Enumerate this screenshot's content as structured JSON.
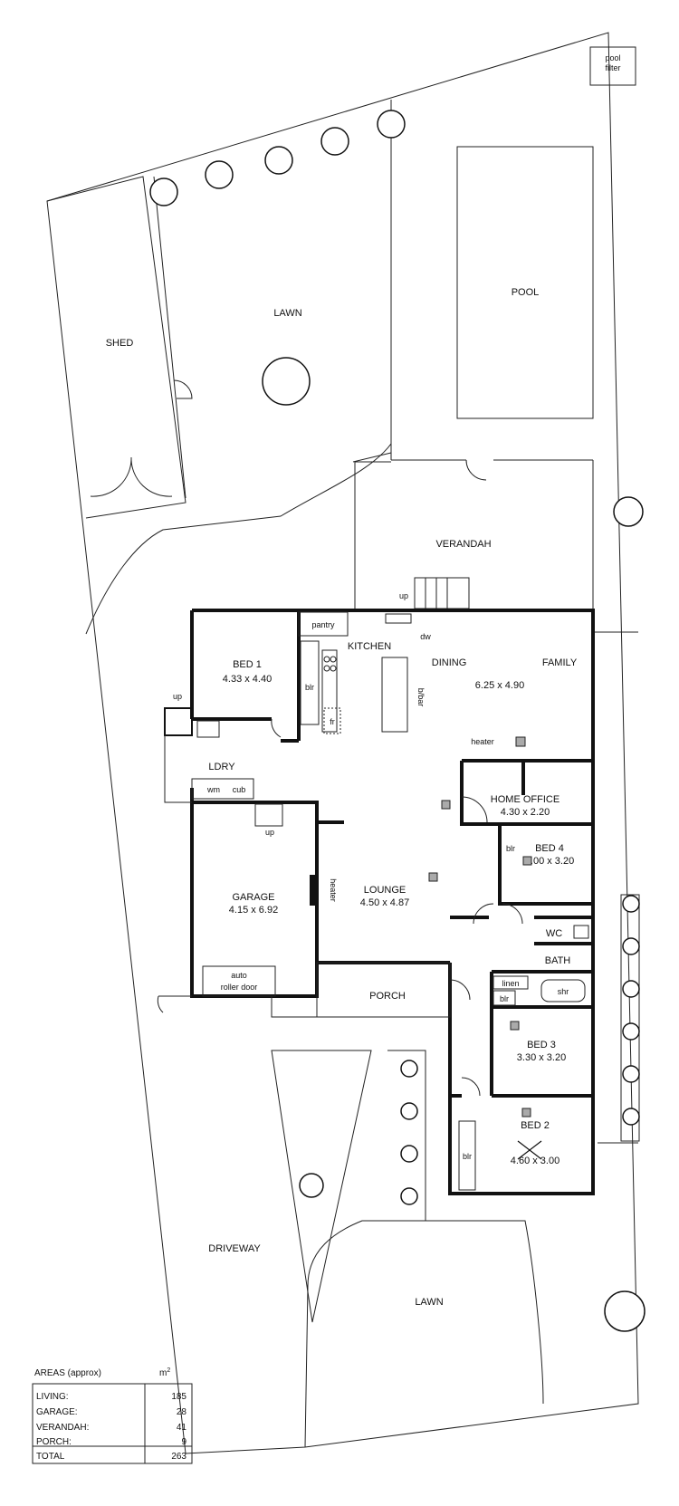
{
  "site": {
    "pool_filter": "pool\nfilter",
    "pool": "POOL",
    "shed": "SHED",
    "lawn_back": "LAWN",
    "lawn_front": "LAWN",
    "verandah": "VERANDAH",
    "driveway": "DRIVEWAY",
    "porch": "PORCH"
  },
  "rooms": {
    "bed1_name": "BED 1",
    "bed1_size": "4.33 x 4.40",
    "kitchen": "KITCHEN",
    "pantry": "pantry",
    "dining": "DINING",
    "family": "FAMILY",
    "family_size": "6.25 x 4.90",
    "bbar": "b/bar",
    "heater_top": "heater",
    "home_office_name": "HOME OFFICE",
    "home_office_size": "4.30 x 2.20",
    "ldry": "LDRY",
    "wm": "wm",
    "cub": "cub",
    "garage_name": "GARAGE",
    "garage_size": "4.15 x 6.92",
    "auto_door": "auto\nroller door",
    "heater_side": "heater",
    "lounge_name": "LOUNGE",
    "lounge_size": "4.50 x 4.87",
    "bed4_name": "BED 4",
    "bed4_size": "3.00 x 3.20",
    "wc": "WC",
    "bath": "BATH",
    "linen": "linen",
    "shr": "shr",
    "bed3_name": "BED 3",
    "bed3_size": "3.30 x 3.20",
    "bed2_name": "BED 2",
    "bed2_size": "4.60 x 3.00",
    "blr": "blr",
    "fr": "fr",
    "dw": "dw",
    "up": "up"
  },
  "areas": {
    "title": "AREAS (approx)",
    "unit": "m",
    "unit_sup": "2",
    "rows": [
      {
        "label": "LIVING:",
        "value": "185"
      },
      {
        "label": "GARAGE:",
        "value": "28"
      },
      {
        "label": "VERANDAH:",
        "value": "41"
      },
      {
        "label": "PORCH:",
        "value": "9"
      },
      {
        "label": "TOTAL",
        "value": "263"
      }
    ]
  }
}
